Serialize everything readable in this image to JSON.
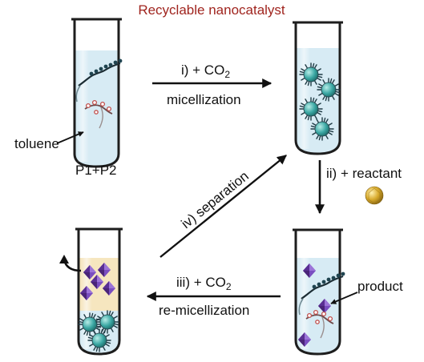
{
  "title": "Recyclable nanocatalyst",
  "colors": {
    "title": "#a0251f",
    "solution": "#d7ebf4",
    "organic_layer": "#f6e6bf",
    "micelle_core": "#3aa7a3",
    "micelle_spikes": "#1f3b44",
    "product": "#6a3fa8",
    "reactant": "#d4a826",
    "arrow": "#111111"
  },
  "tubes": {
    "top_left_note": "P1+P2",
    "solvent_callout": "toluene",
    "bottom_right_callout": "product"
  },
  "arrows": {
    "step1": {
      "line1_prefix": "i) + CO",
      "line1_sub": "2",
      "line2": "micellization"
    },
    "step2": {
      "label": "ii) + reactant"
    },
    "step3": {
      "line1_prefix": "iii) + CO",
      "line1_sub": "2",
      "line2": "re-micellization"
    },
    "step4": {
      "label": "iv) separation"
    }
  },
  "icons": {
    "micelle": "spiky-sphere-icon",
    "polymer": "polymer-chain-icon",
    "product": "purple-octahedron-icon",
    "reactant": "gold-sphere-icon",
    "recycle": "curved-arrow-icon"
  }
}
